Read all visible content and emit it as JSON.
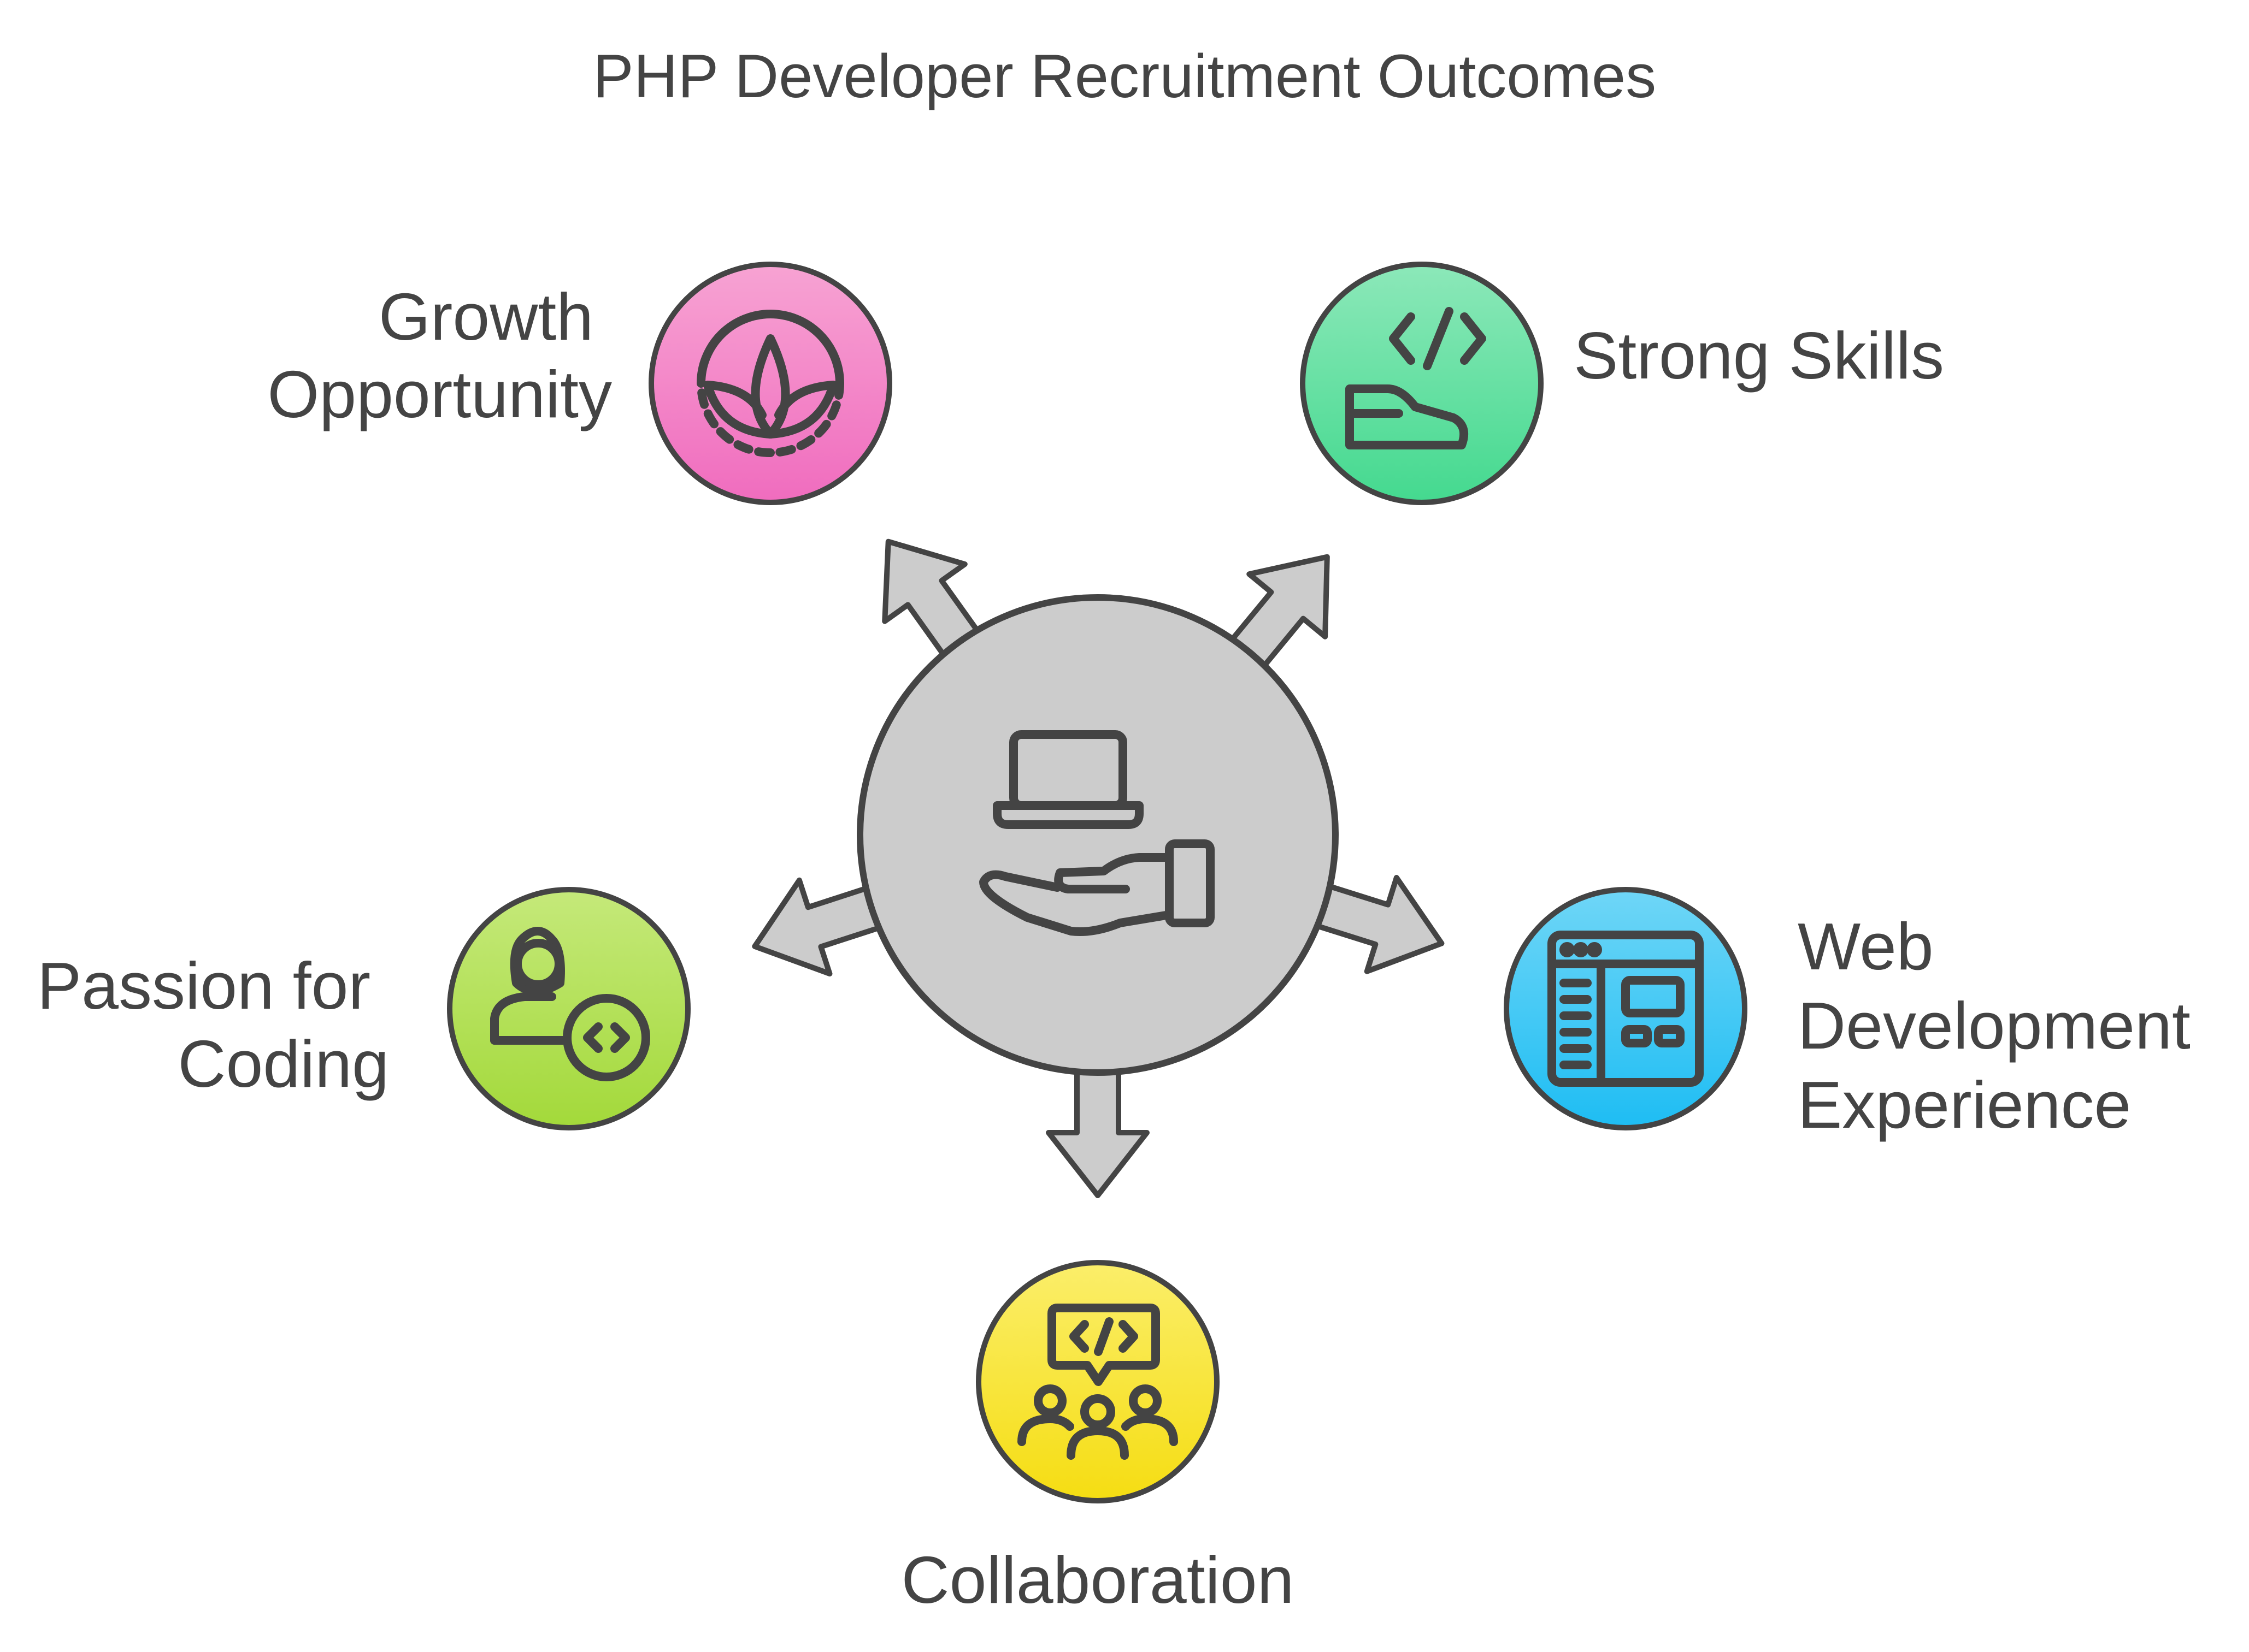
{
  "title": "PHP Developer Recruitment Outcomes",
  "center": {
    "icon": "laptop-on-hand-icon",
    "color": "#cccccc"
  },
  "outcomes": [
    {
      "label_lines": [
        "Growth",
        "Opportunity"
      ],
      "icon": "sprout-icon",
      "color_top": "#f7a3d3",
      "color_bottom": "#f06cbe"
    },
    {
      "label_lines": [
        "Strong Skills"
      ],
      "icon": "code-hand-icon",
      "color_top": "#8ce8b9",
      "color_bottom": "#44d98f"
    },
    {
      "label_lines": [
        "Passion for",
        "Coding"
      ],
      "icon": "coder-person-icon",
      "color_top": "#c5e97a",
      "color_bottom": "#a3d93a"
    },
    {
      "label_lines": [
        "Web",
        "Development",
        "Experience"
      ],
      "icon": "browser-window-icon",
      "color_top": "#6fd6f7",
      "color_bottom": "#1ebdf3"
    },
    {
      "label_lines": [
        "Collaboration"
      ],
      "icon": "team-code-icon",
      "color_top": "#fbee6a",
      "color_bottom": "#f5dd12"
    }
  ]
}
